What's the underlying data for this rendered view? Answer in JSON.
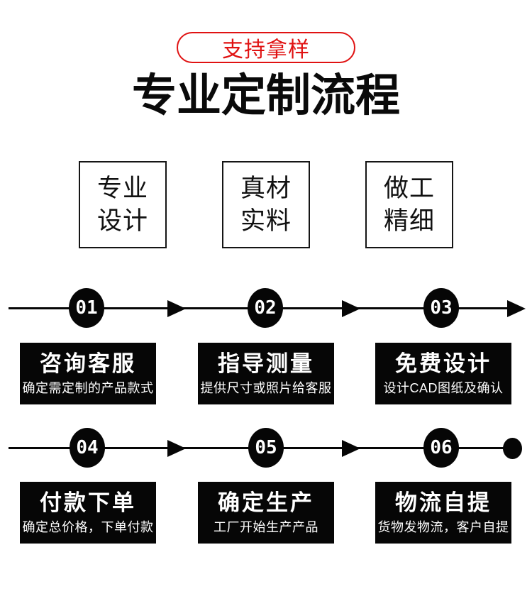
{
  "badge": {
    "label": "支持拿样"
  },
  "title": "专业定制流程",
  "features": [
    {
      "line1": "专业",
      "line2": "设计"
    },
    {
      "line1": "真材",
      "line2": "实料"
    },
    {
      "line1": "做工",
      "line2": "精细"
    }
  ],
  "steps": [
    {
      "num": "01",
      "title": "咨询客服",
      "desc": "确定需定制的产品款式"
    },
    {
      "num": "02",
      "title": "指导测量",
      "desc": "提供尺寸或照片给客服"
    },
    {
      "num": "03",
      "title": "免费设计",
      "desc": "设计CAD图纸及确认"
    },
    {
      "num": "04",
      "title": "付款下单",
      "desc": "确定总价格，下单付款"
    },
    {
      "num": "05",
      "title": "确定生产",
      "desc": "工厂开始生产产品"
    },
    {
      "num": "06",
      "title": "物流自提",
      "desc": "货物发物流，客户自提"
    }
  ],
  "colors": {
    "accent_red": "#e01212",
    "flow_black": "#060606",
    "text_white": "#ffffff",
    "background": "#ffffff"
  }
}
